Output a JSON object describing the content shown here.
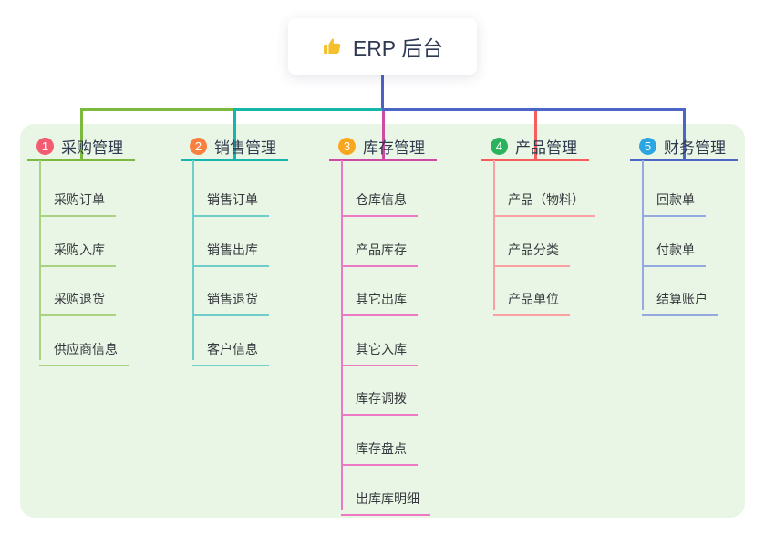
{
  "root": {
    "label": "ERP 后台",
    "icon": "thumbs-up-icon"
  },
  "colors": {
    "panel_bg": "#EAF6E5",
    "stem": "#4E60C4",
    "root_text": "#2F3A52",
    "title_text": "#2E3A4E",
    "child_text": "#36393E",
    "icon_yellow": "#F5C02E"
  },
  "branches": [
    {
      "index": "1",
      "label": "采购管理",
      "badge_color": "#F35B70",
      "line_color": "#7CBA3F",
      "child_line_color": "#A9D383",
      "children": [
        "采购订单",
        "采购入库",
        "采购退货",
        "供应商信息"
      ]
    },
    {
      "index": "2",
      "label": "销售管理",
      "badge_color": "#F9803E",
      "line_color": "#16B6AD",
      "child_line_color": "#6FCFC8",
      "children": [
        "销售订单",
        "销售出库",
        "销售退货",
        "客户信息"
      ]
    },
    {
      "index": "3",
      "label": "库存管理",
      "badge_color": "#F9A61F",
      "line_color": "#CD4BA5",
      "child_line_color": "#EC79C1",
      "children": [
        "仓库信息",
        "产品库存",
        "其它出库",
        "其它入库",
        "库存调拨",
        "库存盘点",
        "出库库明细"
      ]
    },
    {
      "index": "4",
      "label": "产品管理",
      "badge_color": "#2BB25D",
      "line_color": "#F65D5D",
      "child_line_color": "#F9A0A0",
      "children": [
        "产品（物料）",
        "产品分类",
        "产品单位"
      ]
    },
    {
      "index": "5",
      "label": "财务管理",
      "badge_color": "#2BA6E1",
      "line_color": "#4B66C5",
      "child_line_color": "#93A9DF",
      "children": [
        "回款单",
        "付款单",
        "结算账户"
      ]
    }
  ]
}
